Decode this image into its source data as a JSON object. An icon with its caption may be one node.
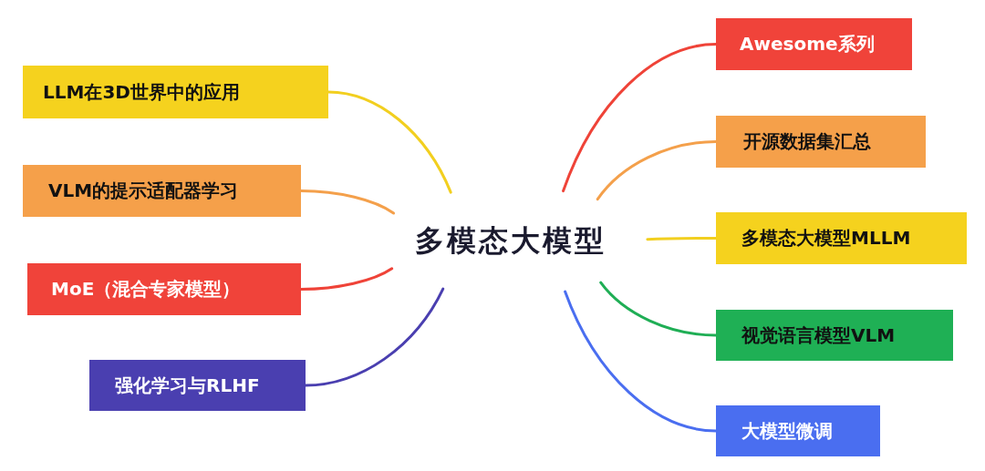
{
  "diagram": {
    "nodes": [
      {
        "text": [
          "多模态大模型"
        ]
      },
      {
        "text": [
          "LLM在3D世界中的应用"
        ]
      },
      {
        "text": [
          "VLM的提示适配器学习"
        ]
      },
      {
        "text": [
          "MoE（混合专家模型）"
        ]
      },
      {
        "text": [
          "强化学习与RLHF"
        ]
      },
      {
        "text": [
          "Awesome系列"
        ]
      },
      {
        "text": [
          "开源数据集汇总"
        ]
      },
      {
        "text": [
          "多模态大模型MLLM"
        ]
      },
      {
        "text": [
          "视觉语言模型VLM"
        ]
      },
      {
        "text": [
          "大模型微调"
        ]
      }
    ],
    "edges": [
      {
        "from": 0,
        "to": 1,
        "arrow": "none",
        "color": "#f2cf1f"
      },
      {
        "from": 0,
        "to": 2,
        "arrow": "none",
        "color": "#f4a04b"
      },
      {
        "from": 0,
        "to": 3,
        "arrow": "none",
        "color": "#ef4338"
      },
      {
        "from": 0,
        "to": 4,
        "arrow": "none",
        "color": "#4a3fb0"
      },
      {
        "from": 0,
        "to": 5,
        "arrow": "none",
        "color": "#ef4338"
      },
      {
        "from": 0,
        "to": 6,
        "arrow": "none",
        "color": "#f4a04b"
      },
      {
        "from": 0,
        "to": 7,
        "arrow": "none",
        "color": "#f2cf1f"
      },
      {
        "from": 0,
        "to": 8,
        "arrow": "none",
        "color": "#1fae55"
      },
      {
        "from": 0,
        "to": 9,
        "arrow": "none",
        "color": "#4a6ef0"
      }
    ]
  }
}
